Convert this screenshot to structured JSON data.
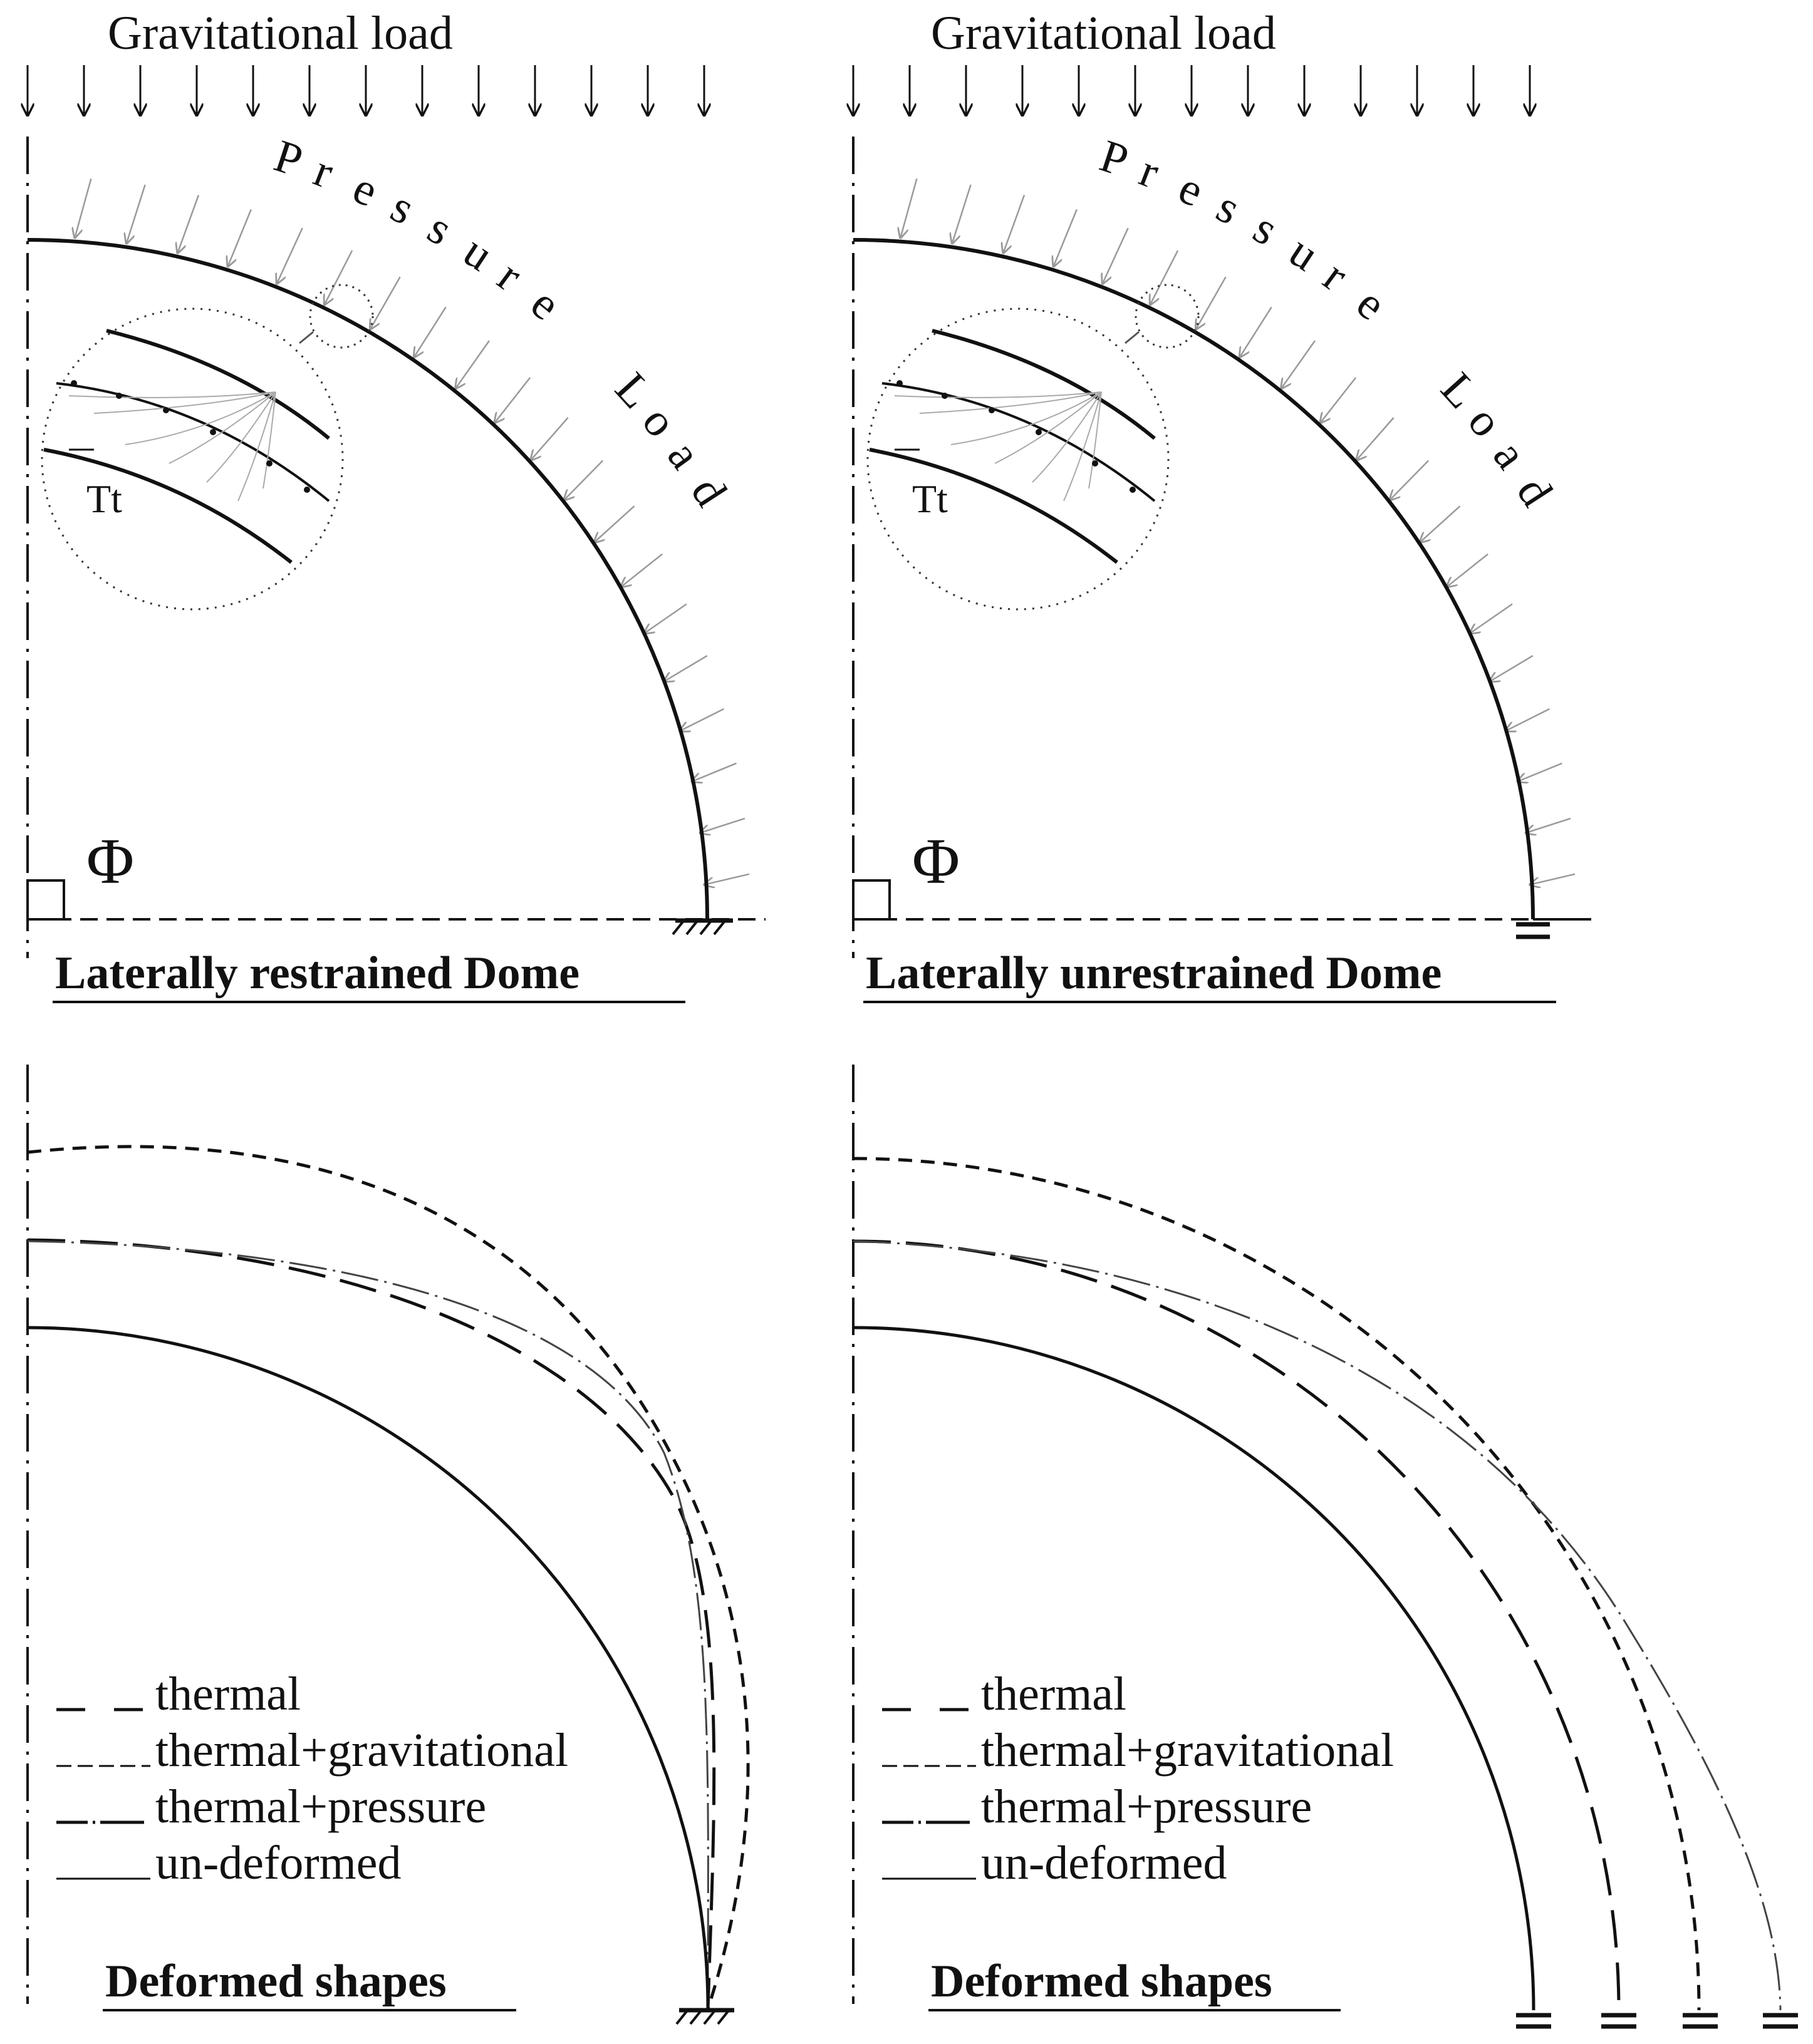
{
  "panels": [
    {
      "top_label": "Gravitational load",
      "pressure_label": "Pressure Load",
      "thermal_symbol": "Tt",
      "angle_symbol": "Φ",
      "heading": "Laterally restrained Dome",
      "support": "fixed"
    },
    {
      "top_label": "Gravitational load",
      "pressure_label": "Pressure Load",
      "thermal_symbol": "Tt",
      "angle_symbol": "Φ",
      "heading": "Laterally unrestrained Dome",
      "support": "roller"
    }
  ],
  "deformed_panels": [
    {
      "heading": "Deformed shapes",
      "legend": [
        "thermal",
        "thermal+gravitational",
        "thermal+pressure",
        "un-deformed"
      ]
    },
    {
      "heading": "Deformed shapes",
      "legend": [
        "thermal",
        "thermal+gravitational",
        "thermal+pressure",
        "un-deformed"
      ]
    }
  ],
  "colors": {
    "ink": "#111111",
    "light_arrow": "#9a9a9a",
    "dashdot": "#333333"
  }
}
